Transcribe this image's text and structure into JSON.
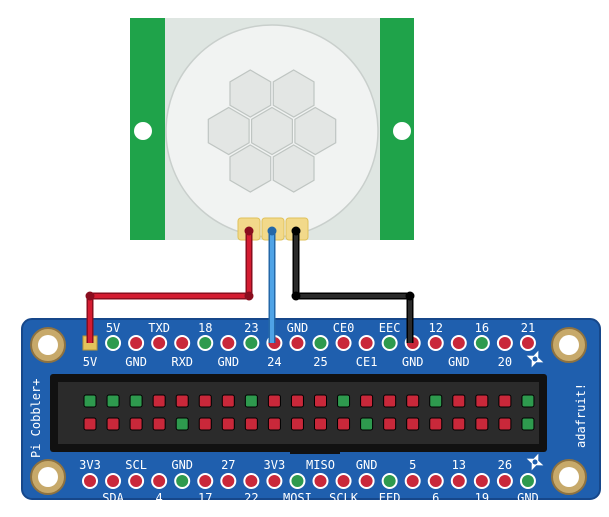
{
  "colors": {
    "pcb_green": "#1fa34a",
    "lens_white": "#f1f3f2",
    "board_blue": "#1f5fae",
    "board_edge": "#16478a",
    "header_black": "#1a1a1a",
    "pin_red": "#c9283a",
    "pin_green": "#2e9a4e",
    "pin_yellow": "#e4c35b",
    "wire_red": "#c8102e",
    "wire_blue": "#3b8fd9",
    "wire_black": "#1a1a1a",
    "text_white": "#ffffff"
  },
  "cobbler": {
    "side_left": "Pi Cobbler+",
    "side_right": "adafruit!",
    "top_row_upper": [
      "5V",
      "TXD",
      "18",
      "23",
      "GND",
      "CE0",
      "EEC",
      "12",
      "16",
      "21"
    ],
    "top_row_lower": [
      "5V",
      "GND",
      "RXD",
      "GND",
      "24",
      "25",
      "CE1",
      "GND",
      "GND",
      "20"
    ],
    "bottom_row_upper": [
      "3V3",
      "SCL",
      "GND",
      "27",
      "3V3",
      "MISO",
      "GND",
      "5",
      "13",
      "26"
    ],
    "bottom_row_lower": [
      "SDA",
      "4",
      "17",
      "22",
      "MOSI",
      "SCLK",
      "EED",
      "6",
      "19",
      "GND"
    ],
    "top_pin_colors": [
      "yellow",
      "green",
      "red",
      "red",
      "red",
      "green",
      "red",
      "green",
      "red",
      "red",
      "green",
      "red",
      "red",
      "green",
      "red",
      "red",
      "red",
      "green",
      "red",
      "red"
    ],
    "bottom_pin_colors": [
      "red",
      "red",
      "red",
      "red",
      "green",
      "red",
      "red",
      "red",
      "red",
      "green",
      "red",
      "red",
      "red",
      "green",
      "red",
      "red",
      "red",
      "red",
      "red",
      "green"
    ],
    "header_row1_colors": [
      "green",
      "green",
      "green",
      "red",
      "red",
      "red",
      "red",
      "green",
      "red",
      "red",
      "red",
      "green",
      "red",
      "red",
      "red",
      "green",
      "red",
      "red",
      "red",
      "green"
    ],
    "header_row2_colors": [
      "red",
      "red",
      "red",
      "red",
      "green",
      "red",
      "red",
      "red",
      "red",
      "red",
      "red",
      "red",
      "green",
      "red",
      "red",
      "red",
      "red",
      "red",
      "red",
      "green"
    ]
  },
  "wires": [
    {
      "name": "power",
      "color": "red"
    },
    {
      "name": "signal",
      "color": "blue"
    },
    {
      "name": "ground",
      "color": "black"
    }
  ]
}
